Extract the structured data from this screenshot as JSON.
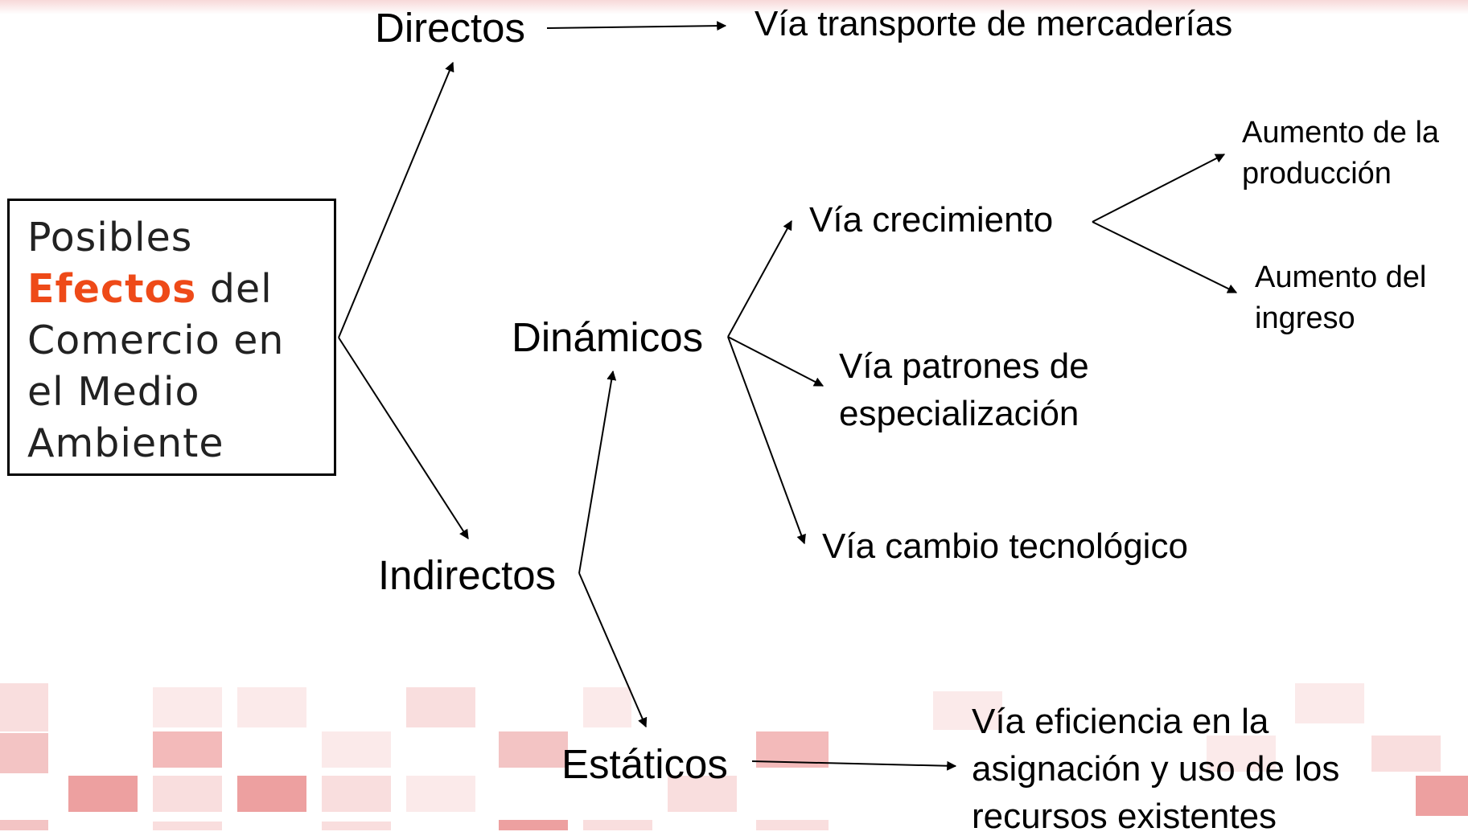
{
  "box": {
    "line1": "Posibles",
    "accent": "Efectos",
    "after_accent": " del",
    "line3": "Comercio en",
    "line4": "el Medio",
    "line5": "Ambiente"
  },
  "nodes": {
    "directos": "Directos",
    "transporte": "Vía transporte de mercaderías",
    "indirectos": "Indirectos",
    "dinamicos": "Dinámicos",
    "crecimiento": "Vía crecimiento",
    "produccion_1": "Aumento de la",
    "produccion_2": "producción",
    "ingreso_1": "Aumento del",
    "ingreso_2": "ingreso",
    "patrones_1": "Vía patrones de",
    "patrones_2": "especialización",
    "tecnologico": "Vía cambio tecnológico",
    "estaticos": "Estáticos",
    "eficiencia_1": "Vía eficiencia en la",
    "eficiencia_2": "asignación y uso de los",
    "eficiencia_3": "recursos existentes"
  },
  "colors": {
    "accent": "#ee4a18",
    "tiles": [
      "#f9dede",
      "#f3baba",
      "#eda0a0",
      "#fbeaea"
    ]
  }
}
